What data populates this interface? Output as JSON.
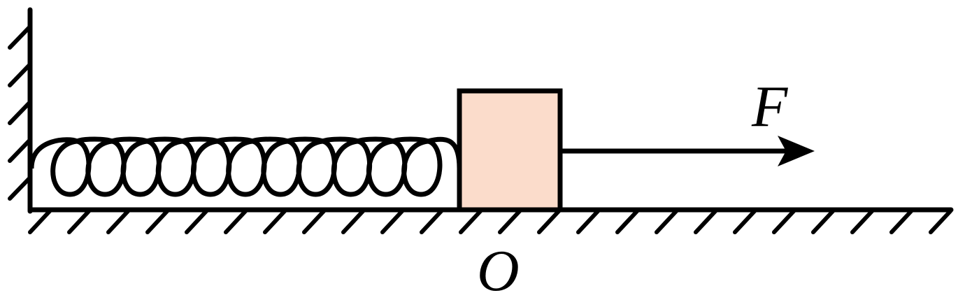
{
  "labels": {
    "force": "F",
    "origin": "O"
  },
  "colors": {
    "block_fill": "#fbdccb",
    "stroke": "#000000",
    "background": "#ffffff"
  },
  "spring": {
    "turns": 11
  }
}
